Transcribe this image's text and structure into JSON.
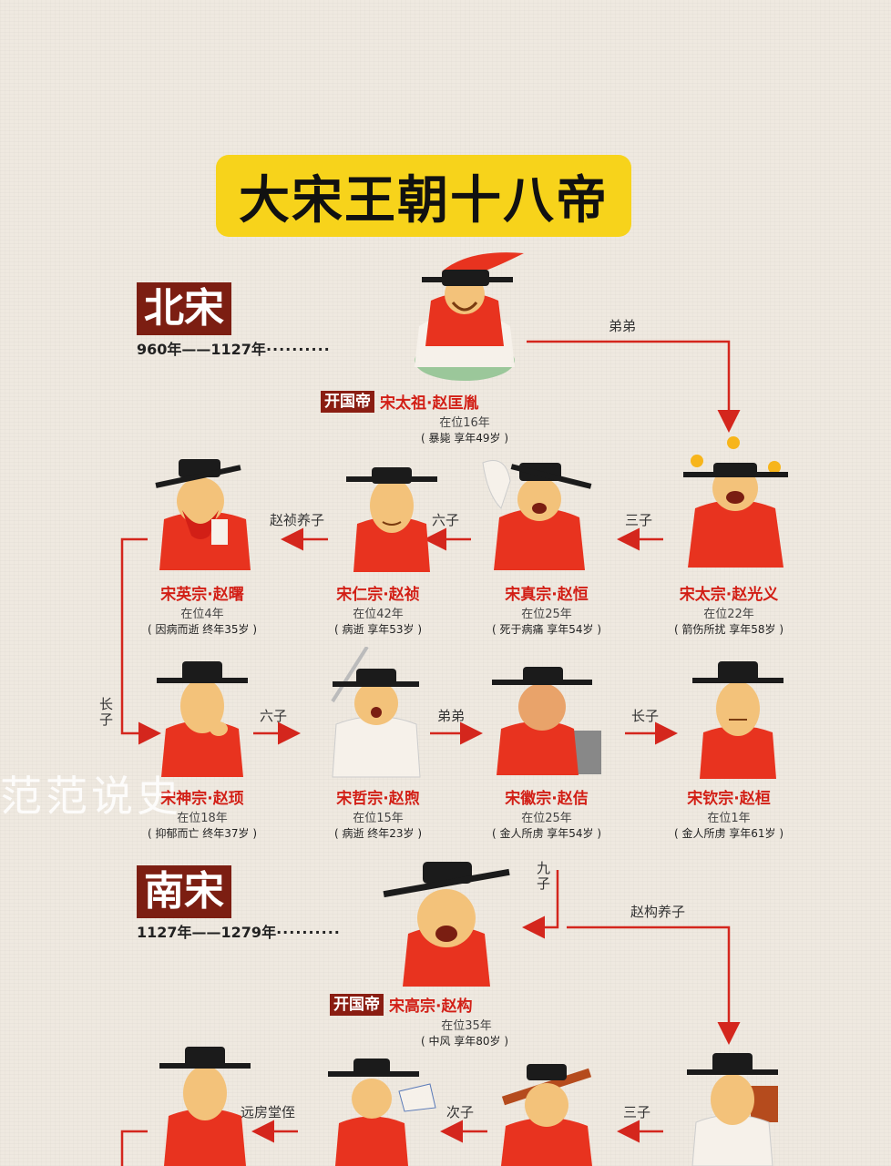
{
  "title": "大宋王朝十八帝",
  "northern": {
    "name": "北宋",
    "years": "960年——1127年",
    "dots": "··········"
  },
  "southern": {
    "name": "南宋",
    "years": "1127年——1279年",
    "dots": "··········"
  },
  "founder_badge": "开国帝",
  "emperors": {
    "taizu": {
      "name": "宋太祖·赵匡胤",
      "reign": "在位16年",
      "fate": "( 暴毙 享年49岁 )"
    },
    "taizong": {
      "name": "宋太宗·赵光义",
      "reign": "在位22年",
      "fate": "( 箭伤所扰 享年58岁 )"
    },
    "zhenzong": {
      "name": "宋真宗·赵恒",
      "reign": "在位25年",
      "fate": "( 死于病痛 享年54岁 )"
    },
    "renzong": {
      "name": "宋仁宗·赵祯",
      "reign": "在位42年",
      "fate": "( 病逝 享年53岁 )"
    },
    "yingzong": {
      "name": "宋英宗·赵曙",
      "reign": "在位4年",
      "fate": "( 因病而逝 终年35岁 )"
    },
    "shenzong": {
      "name": "宋神宗·赵顼",
      "reign": "在位18年",
      "fate": "( 抑郁而亡 终年37岁 )"
    },
    "zhezong": {
      "name": "宋哲宗·赵煦",
      "reign": "在位15年",
      "fate": "( 病逝 终年23岁 )"
    },
    "huizong": {
      "name": "宋徽宗·赵佶",
      "reign": "在位25年",
      "fate": "( 金人所虏 享年54岁 )"
    },
    "qinzong": {
      "name": "宋钦宗·赵桓",
      "reign": "在位1年",
      "fate": "( 金人所虏 享年61岁 )"
    },
    "gaozong": {
      "name": "宋高宗·赵构",
      "reign": "在位35年",
      "fate": "( 中风 享年80岁 )"
    }
  },
  "relations": {
    "taizu_taizong": "弟弟",
    "taizong_zhenzong": "三子",
    "zhenzong_renzong": "六子",
    "renzong_yingzong": "赵祯养子",
    "yingzong_shenzong": "长子",
    "shenzong_zhezong": "六子",
    "zhezong_huizong": "弟弟",
    "huizong_qinzong": "长子",
    "huizong_gaozong": "九子",
    "gaozong_next": "赵构养子",
    "row4_a": "三子",
    "row4_b": "次子",
    "row4_c": "远房堂侄"
  },
  "watermark": "范范说史",
  "colors": {
    "accent": "#d21f16",
    "arrow": "#d4261d",
    "badge": "#8a1d12",
    "title_bg": "#f7d31b",
    "robe": "#e8331f",
    "skin": "#f3c27a",
    "hat": "#1b1b1b"
  }
}
